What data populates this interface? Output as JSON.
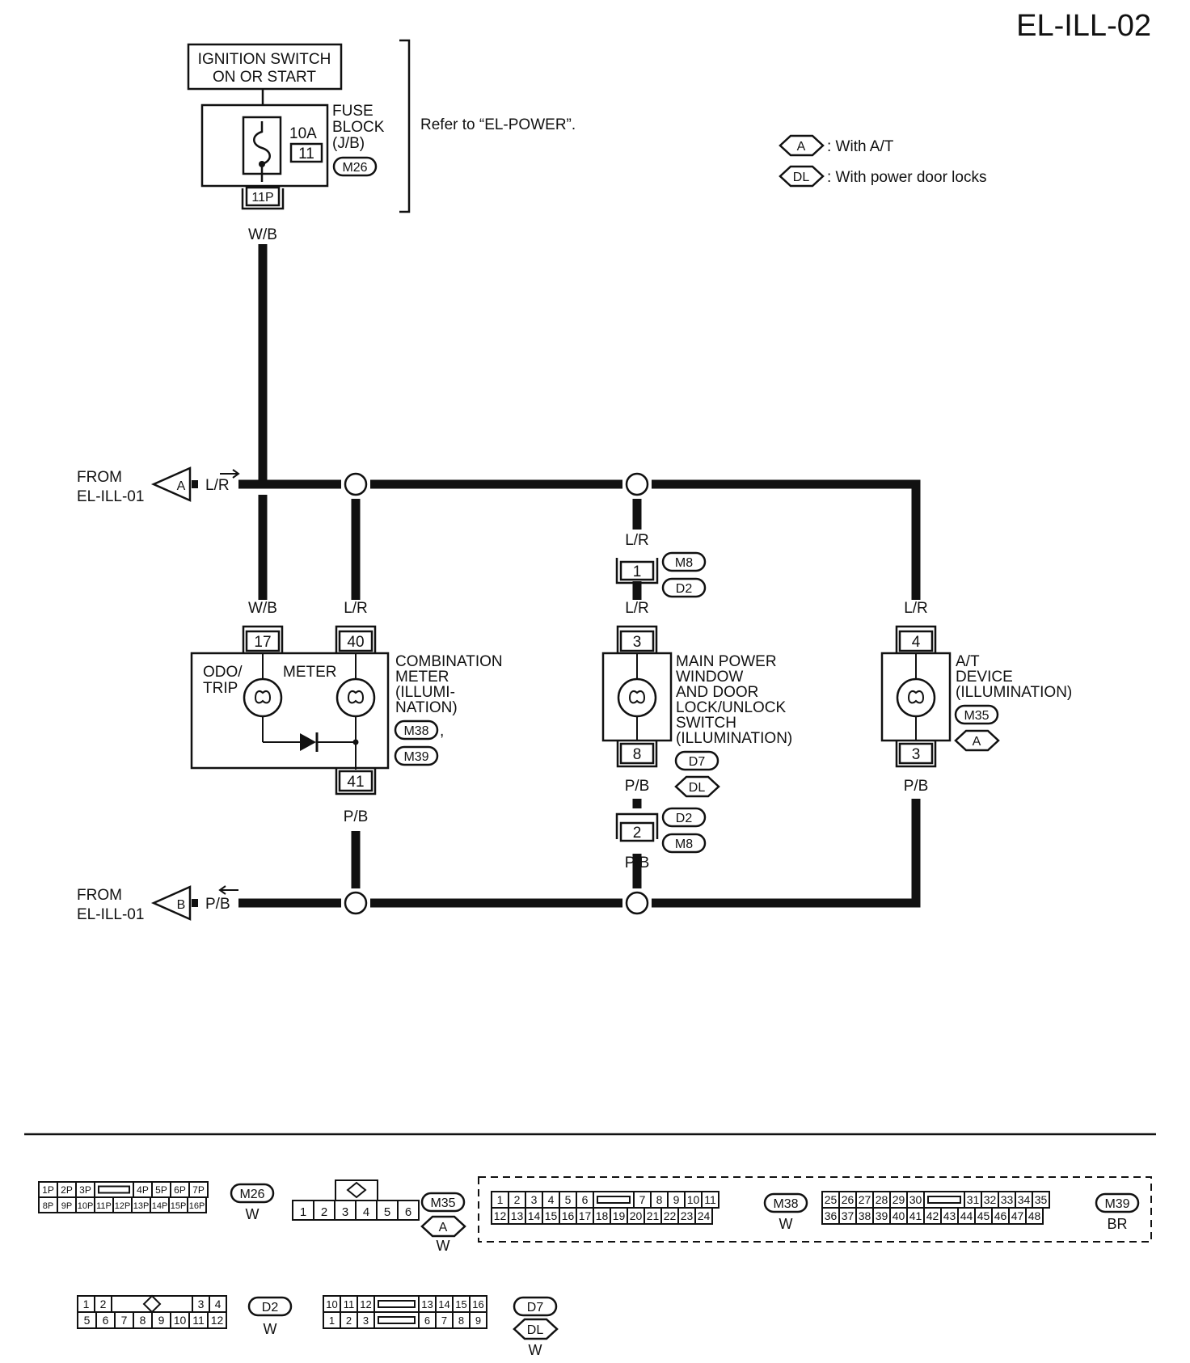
{
  "page_id": "EL-ILL-02",
  "power_source": {
    "ignition_line1": "IGNITION SWITCH",
    "ignition_line2": "ON OR START",
    "fuse_rating": "10A",
    "fuse_number": "11",
    "fuse_block_line1": "FUSE",
    "fuse_block_line2": "BLOCK",
    "fuse_block_line3": "(J/B)",
    "fuse_block_connector": "M26",
    "fuse_terminal": "11P",
    "refer_note": "Refer to “EL-POWER”."
  },
  "legend": [
    {
      "symbol": "A",
      "text": ": With A/T"
    },
    {
      "symbol": "DL",
      "text": ": With power door locks"
    }
  ],
  "wire_colors": {
    "wb": "W/B",
    "lr": "L/R",
    "pb": "P/B"
  },
  "inputs": [
    {
      "from_line1": "FROM",
      "from_line2": "EL-ILL-01",
      "symbol": "A",
      "wire": "L/R"
    },
    {
      "from_line1": "FROM",
      "from_line2": "EL-ILL-01",
      "symbol": "B",
      "wire": "P/B"
    }
  ],
  "combination_meter": {
    "terminal_wb": "17",
    "terminal_lr": "40",
    "terminal_pb": "41",
    "odo_line1": "ODO/",
    "odo_line2": "TRIP",
    "meter_label": "METER",
    "name_lines": [
      "COMBINATION",
      "METER",
      "(ILLUMI-",
      "NATION)"
    ],
    "connector_1": "M38",
    "connector_sep": ",",
    "connector_2": "M39"
  },
  "main_power_window_switch": {
    "upper_inline_terminal": "1",
    "upper_connectors": [
      "M8",
      "D2"
    ],
    "terminal_in": "3",
    "terminal_out": "8",
    "name_lines": [
      "MAIN POWER",
      "WINDOW",
      "AND DOOR",
      "LOCK/UNLOCK",
      "SWITCH",
      "(ILLUMINATION)"
    ],
    "connector": "D7",
    "option_symbol": "DL",
    "lower_inline_terminal": "2",
    "lower_connectors": [
      "D2",
      "M8"
    ]
  },
  "at_device": {
    "terminal_in": "4",
    "terminal_out": "3",
    "name_lines": [
      "A/T",
      "DEVICE",
      "(ILLUMINATION)"
    ],
    "connector": "M35",
    "option_symbol": "A"
  },
  "connector_views": {
    "m26": {
      "id": "M26",
      "color": "W",
      "top": [
        "1P",
        "2P",
        "3P",
        "",
        "4P",
        "5P",
        "6P",
        "7P"
      ],
      "bottom": [
        "8P",
        "9P",
        "10P",
        "11P",
        "12P",
        "13P",
        "14P",
        "15P",
        "16P"
      ]
    },
    "m35": {
      "id": "M35",
      "option": "A",
      "color": "W",
      "pins": [
        "1",
        "2",
        "3",
        "4",
        "5",
        "6"
      ]
    },
    "m38": {
      "id": "M38",
      "color": "W",
      "top": [
        "1",
        "2",
        "3",
        "4",
        "5",
        "6",
        "",
        "7",
        "8",
        "9",
        "10",
        "11"
      ],
      "bottom": [
        "12",
        "13",
        "14",
        "15",
        "16",
        "17",
        "18",
        "19",
        "20",
        "21",
        "22",
        "23",
        "24"
      ]
    },
    "m39": {
      "id": "M39",
      "color": "BR",
      "top": [
        "25",
        "26",
        "27",
        "28",
        "29",
        "30",
        "",
        "31",
        "32",
        "33",
        "34",
        "35"
      ],
      "bottom": [
        "36",
        "37",
        "38",
        "39",
        "40",
        "41",
        "42",
        "43",
        "44",
        "45",
        "46",
        "47",
        "48"
      ]
    },
    "d2": {
      "id": "D2",
      "color": "W",
      "top": [
        "1",
        "2",
        "",
        "3",
        "4"
      ],
      "bottom": [
        "5",
        "6",
        "7",
        "8",
        "9",
        "10",
        "11",
        "12"
      ]
    },
    "d7": {
      "id": "D7",
      "option": "DL",
      "color": "W",
      "top": [
        "10",
        "11",
        "12",
        "",
        "13",
        "14",
        "15",
        "16"
      ],
      "bottom": [
        "1",
        "2",
        "3",
        "",
        "6",
        "7",
        "8",
        "9"
      ]
    }
  }
}
